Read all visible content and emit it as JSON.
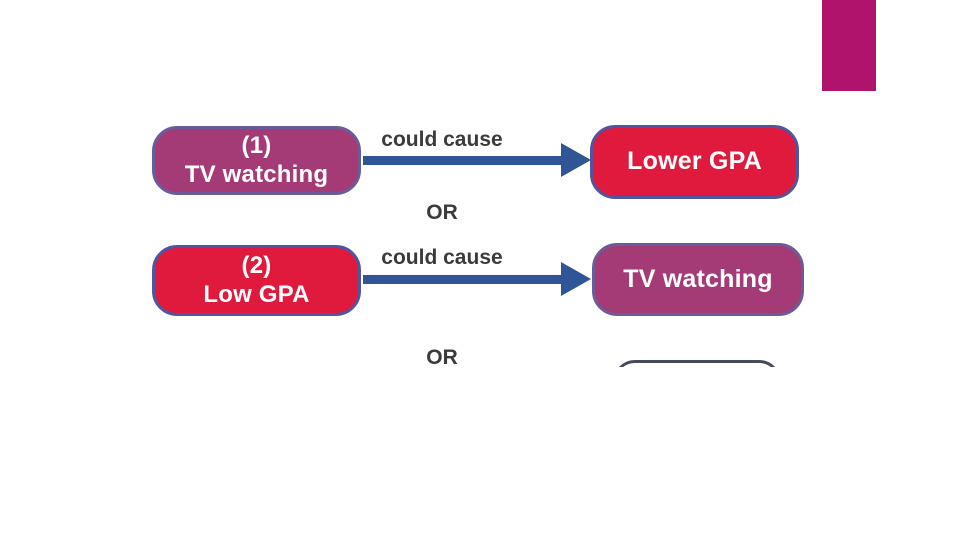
{
  "slide": {
    "title_hint": "causal-direction-diagram",
    "colors": {
      "accent_bar": "#B0136B",
      "purple_node_fill": "#A43A76",
      "purple_node_border": "#6B5C99",
      "red_node_fill": "#E01A3C",
      "red_node_border": "#5055A0",
      "arrow": "#2F5597",
      "caption_text": "#3B3B3B",
      "partial_box_edge": "#464B5C",
      "node_text": "#FFFFFF"
    },
    "rows": [
      {
        "source": {
          "line1": "(1)",
          "line2": "TV watching",
          "variant": "purple"
        },
        "relation": "could cause",
        "target": {
          "label": "Lower GPA",
          "variant": "red"
        },
        "or_label": "OR"
      },
      {
        "source": {
          "line1": "(2)",
          "line2": "Low GPA",
          "variant": "red"
        },
        "relation": "could cause",
        "target": {
          "label": "TV watching",
          "variant": "purple"
        },
        "or_label": "OR"
      }
    ]
  }
}
